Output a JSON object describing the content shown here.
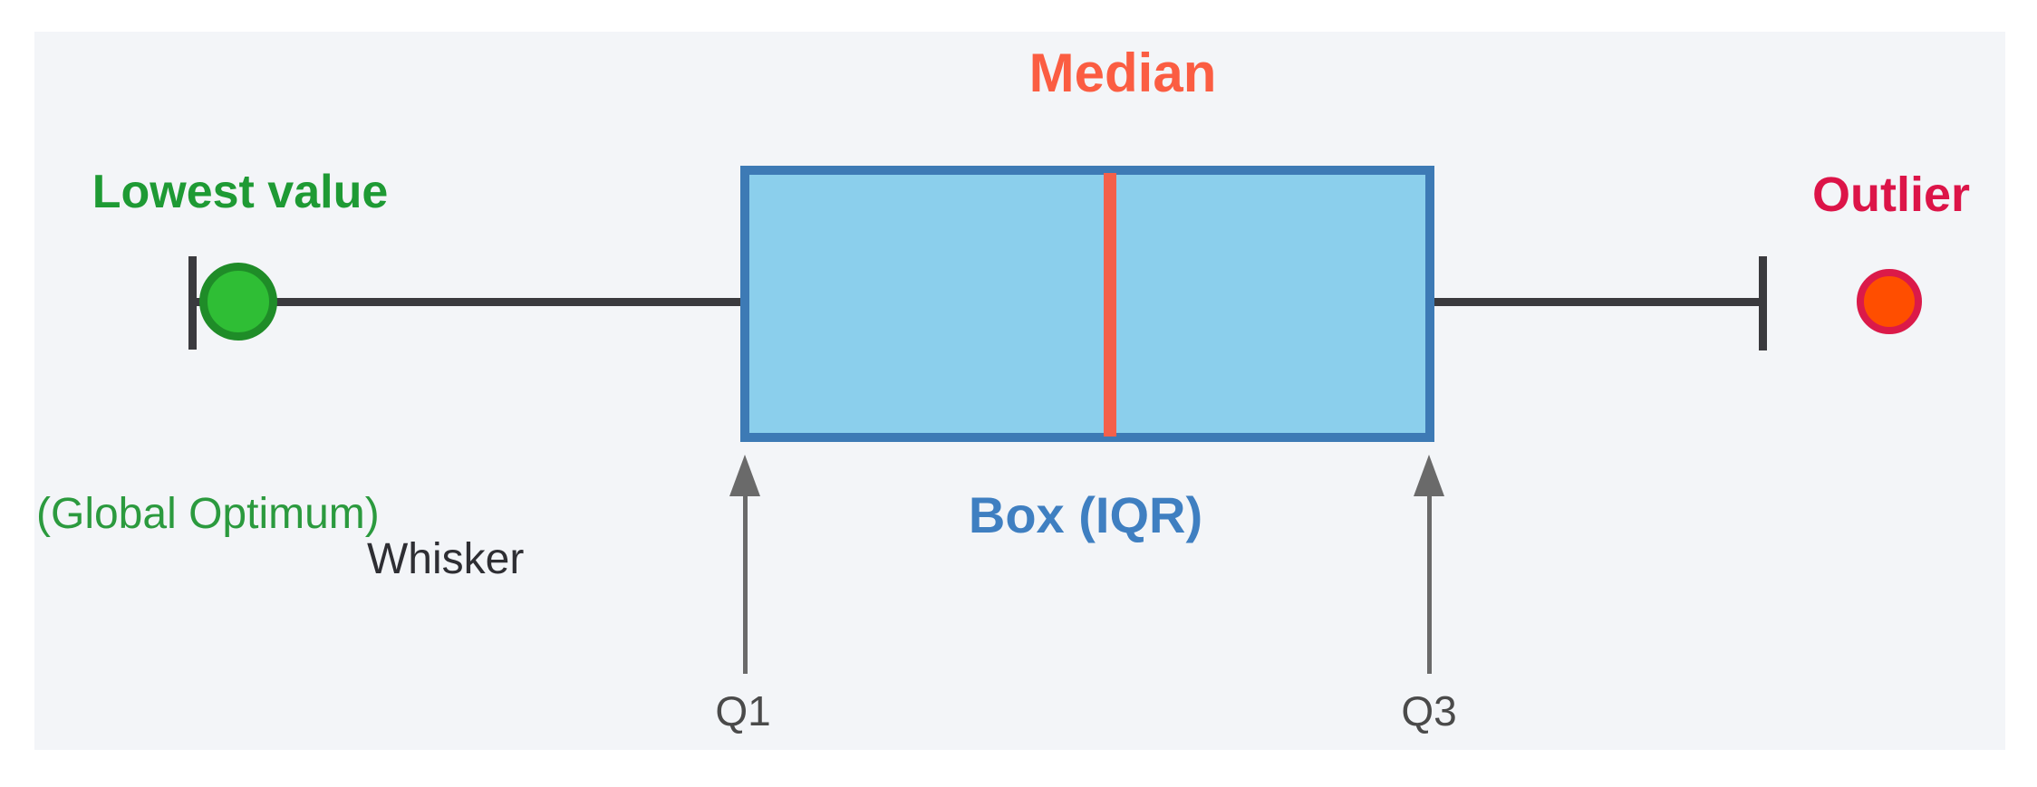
{
  "diagram": {
    "type": "boxplot-anatomy",
    "labels": {
      "median": "Median",
      "lowest_value": "Lowest value",
      "global_optimum": "(Global Optimum)",
      "whisker": "Whisker",
      "box_iqr": "Box (IQR)",
      "q1": "Q1",
      "q3": "Q3",
      "outlier": "Outlier"
    }
  },
  "colors": {
    "page-bg": "#ffffff",
    "panel-bg": "#f3f5f8",
    "median-text": "#fb5d42",
    "median-line": "#f4604a",
    "green-text": "#1e9a34",
    "green-text-light": "#2b9a3e",
    "green-dot-fill": "#2fbe35",
    "green-dot-ring": "#1f8c28",
    "box-fill": "#8bcfec",
    "box-border": "#3d7ab5",
    "box-label": "#3f7fc1",
    "whisker-line": "#3a3a3e",
    "dark-text": "#2e2e33",
    "q-label": "#4a4a4a",
    "arrow": "#6a6a6a",
    "outlier-text": "#dc1448",
    "outlier-dot-fill": "#ff4e00",
    "outlier-dot-ring": "#db1a49"
  }
}
